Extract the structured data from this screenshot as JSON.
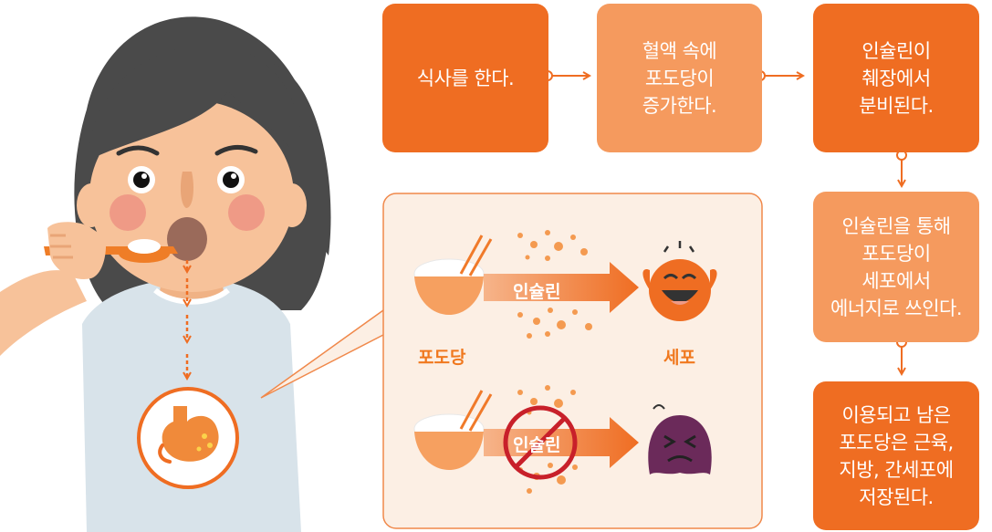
{
  "flow": {
    "step1": "식사를 한다.",
    "step2": "혈액 속에\n포도당이\n증가한다.",
    "step3": "인슐린이\n췌장에서\n분비된다.",
    "step4": "인슐린을 통해\n포도당이\n세포에서\n에너지로 쓰인다.",
    "step5": "이용되고 남은\n포도당은 근육,\n지방, 간세포에\n저장된다."
  },
  "panel": {
    "insulin_label": "인슐린",
    "insulin_label_blocked": "인슐린",
    "glucose_label": "포도당",
    "cell_label": "세포"
  },
  "colors": {
    "accent": "#ef6d22",
    "light_accent": "#f59a5e",
    "panel_bg": "#fcefe4",
    "skin": "#f7c29a",
    "hair": "#4a4a4a",
    "shirt": "#d8e3ea"
  }
}
